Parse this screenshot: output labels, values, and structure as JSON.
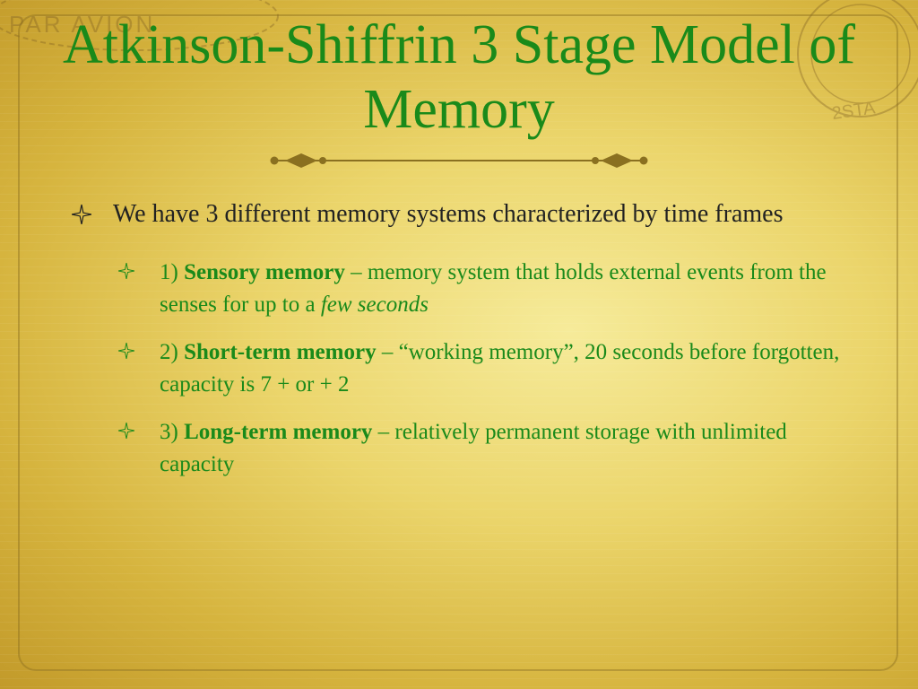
{
  "slide": {
    "title": "Atkinson-Shiffrin 3 Stage Model of Memory",
    "main_bullet": "We have  3 different memory systems characterized by time frames",
    "sub_bullets": [
      {
        "num": "1) ",
        "term": "Sensory memory",
        "desc": " – memory system that holds external events from the senses for up to a ",
        "emph": "few seconds"
      },
      {
        "num": "2) ",
        "term": "Short-term memory",
        "desc": " – “working memory”, 20 seconds before forgotten, capacity is 7 + or + 2"
      },
      {
        "num": "3) ",
        "term": "Long-term memory",
        "desc": " – relatively permanent storage with unlimited capacity"
      }
    ]
  },
  "decorations": {
    "postmark_left_text": "PAR AVION",
    "postmark_right_text": "2STA"
  },
  "colors": {
    "title_green": "#1a8a1a",
    "body_text": "#222222",
    "divider_gold": "#8a7020"
  },
  "icons": {
    "bullet": "four-point-star-icon"
  }
}
